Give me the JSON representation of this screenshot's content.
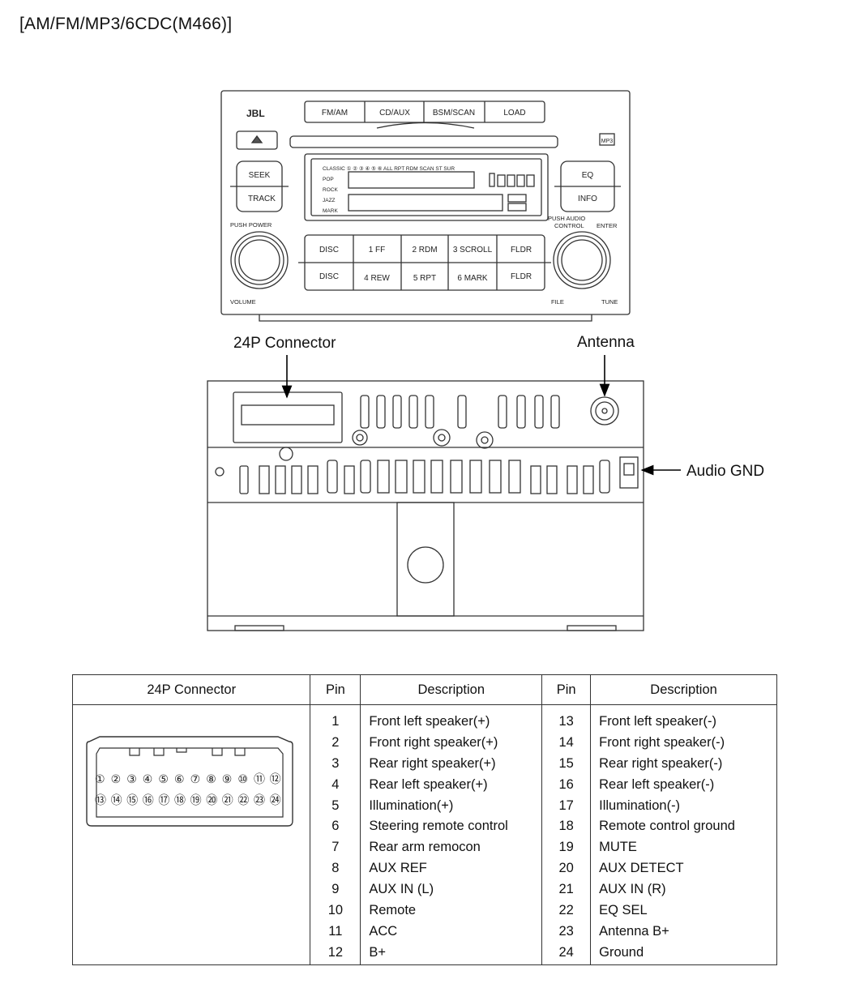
{
  "title": "[AM/FM/MP3/6CDC(M466)]",
  "labels": {
    "connector_callout": "24P Connector",
    "antenna_callout": "Antenna",
    "audio_gnd_callout": "Audio GND"
  },
  "radio_front": {
    "brand": "JBL",
    "top_buttons": [
      "FM/AM",
      "CD/AUX",
      "BSM/SCAN",
      "LOAD"
    ],
    "left_rocker": [
      "SEEK",
      "TRACK"
    ],
    "right_rocker": [
      "EQ",
      "INFO"
    ],
    "preset_row1": [
      "DISC",
      "1 FF",
      "2 RDM",
      "3 SCROLL",
      "FLDR"
    ],
    "preset_row2": [
      "DISC",
      "4 REW",
      "5 RPT",
      "6 MARK",
      "FLDR"
    ],
    "display_top": "CLASSIC ① ② ③ ④ ⑤ ⑥ ALL RPT RDM SCAN ST SUR",
    "display_modes": [
      "POP",
      "ROCK",
      "JAZZ",
      "MARK"
    ],
    "knob_left_top": "PUSH POWER",
    "knob_left_bottom": "VOLUME",
    "knob_right_top_a": "PUSH AUDIO",
    "knob_right_top_b": "CONTROL",
    "knob_right_top_c": "ENTER",
    "knob_right_bottom_a": "FILE",
    "knob_right_bottom_b": "TUNE",
    "mp3_badge": "MP3"
  },
  "table": {
    "headers": [
      "24P Connector",
      "Pin",
      "Description",
      "Pin",
      "Description"
    ],
    "left_pins": [
      {
        "pin": "1",
        "desc": "Front left speaker(+)"
      },
      {
        "pin": "2",
        "desc": "Front right speaker(+)"
      },
      {
        "pin": "3",
        "desc": "Rear right speaker(+)"
      },
      {
        "pin": "4",
        "desc": "Rear left speaker(+)"
      },
      {
        "pin": "5",
        "desc": "Illumination(+)"
      },
      {
        "pin": "6",
        "desc": "Steering remote control"
      },
      {
        "pin": "7",
        "desc": "Rear arm remocon"
      },
      {
        "pin": "8",
        "desc": "AUX REF"
      },
      {
        "pin": "9",
        "desc": "AUX IN (L)"
      },
      {
        "pin": "10",
        "desc": "Remote"
      },
      {
        "pin": "11",
        "desc": "ACC"
      },
      {
        "pin": "12",
        "desc": "B+"
      }
    ],
    "right_pins": [
      {
        "pin": "13",
        "desc": "Front left speaker(-)"
      },
      {
        "pin": "14",
        "desc": "Front right speaker(-)"
      },
      {
        "pin": "15",
        "desc": "Rear right speaker(-)"
      },
      {
        "pin": "16",
        "desc": "Rear left speaker(-)"
      },
      {
        "pin": "17",
        "desc": "Illumination(-)"
      },
      {
        "pin": "18",
        "desc": "Remote control ground"
      },
      {
        "pin": "19",
        "desc": "MUTE"
      },
      {
        "pin": "20",
        "desc": "AUX DETECT"
      },
      {
        "pin": "21",
        "desc": "AUX IN (R)"
      },
      {
        "pin": "22",
        "desc": "EQ SEL"
      },
      {
        "pin": "23",
        "desc": "Antenna B+"
      },
      {
        "pin": "24",
        "desc": "Ground"
      }
    ],
    "connector_row1": [
      "①",
      "②",
      "③",
      "④",
      "⑤",
      "⑥",
      "⑦",
      "⑧",
      "⑨",
      "⑩",
      "⑪",
      "⑫"
    ],
    "connector_row2": [
      "⑬",
      "⑭",
      "⑮",
      "⑯",
      "⑰",
      "⑱",
      "⑲",
      "⑳",
      "㉑",
      "㉒",
      "㉓",
      "㉔"
    ]
  }
}
